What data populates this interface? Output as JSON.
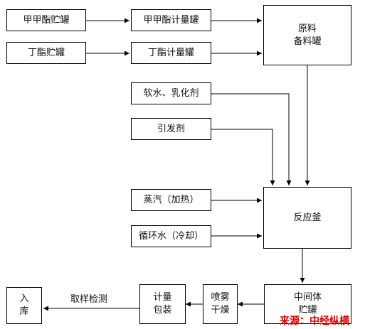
{
  "boxes": {
    "mma_storage": "甲甲酯贮罐",
    "mma_metering": "甲甲酯计量罐",
    "ba_storage": "丁酯贮罐",
    "ba_metering": "丁酯计量罐",
    "raw_prep": [
      "原料",
      "备料罐"
    ],
    "soft_water": "软水、乳化剂",
    "initiator": "引发剂",
    "steam": "蒸汽（加热）",
    "cooling_water": "循环水（冷却）",
    "reactor": "反应釜",
    "intermediate": [
      "中间体",
      "贮罐"
    ],
    "spray_dry": [
      "喷雾",
      "干燥"
    ],
    "metering_pack": [
      "计量",
      "包装"
    ],
    "warehouse": [
      "入",
      "库"
    ]
  },
  "edge_labels": {
    "sampling": "取样检测"
  },
  "source_note": "来源：中经纵横",
  "colors": {
    "line": "#000000",
    "source": "#e00000"
  }
}
